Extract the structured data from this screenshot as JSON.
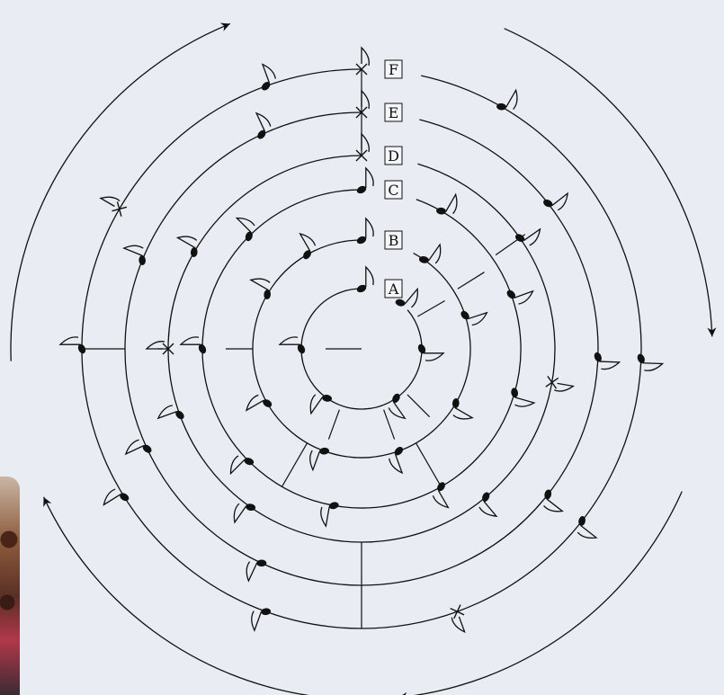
{
  "rings": [
    {
      "label": "A"
    },
    {
      "label": "B"
    },
    {
      "label": "C"
    },
    {
      "label": "D"
    },
    {
      "label": "E"
    },
    {
      "label": "F"
    }
  ],
  "arrows": [
    "clockwise-top-right",
    "clockwise-bottom-right",
    "clockwise-bottom-left",
    "clockwise-top-left"
  ],
  "colors": {
    "ink": "#111111",
    "background": "#e9edf3"
  }
}
